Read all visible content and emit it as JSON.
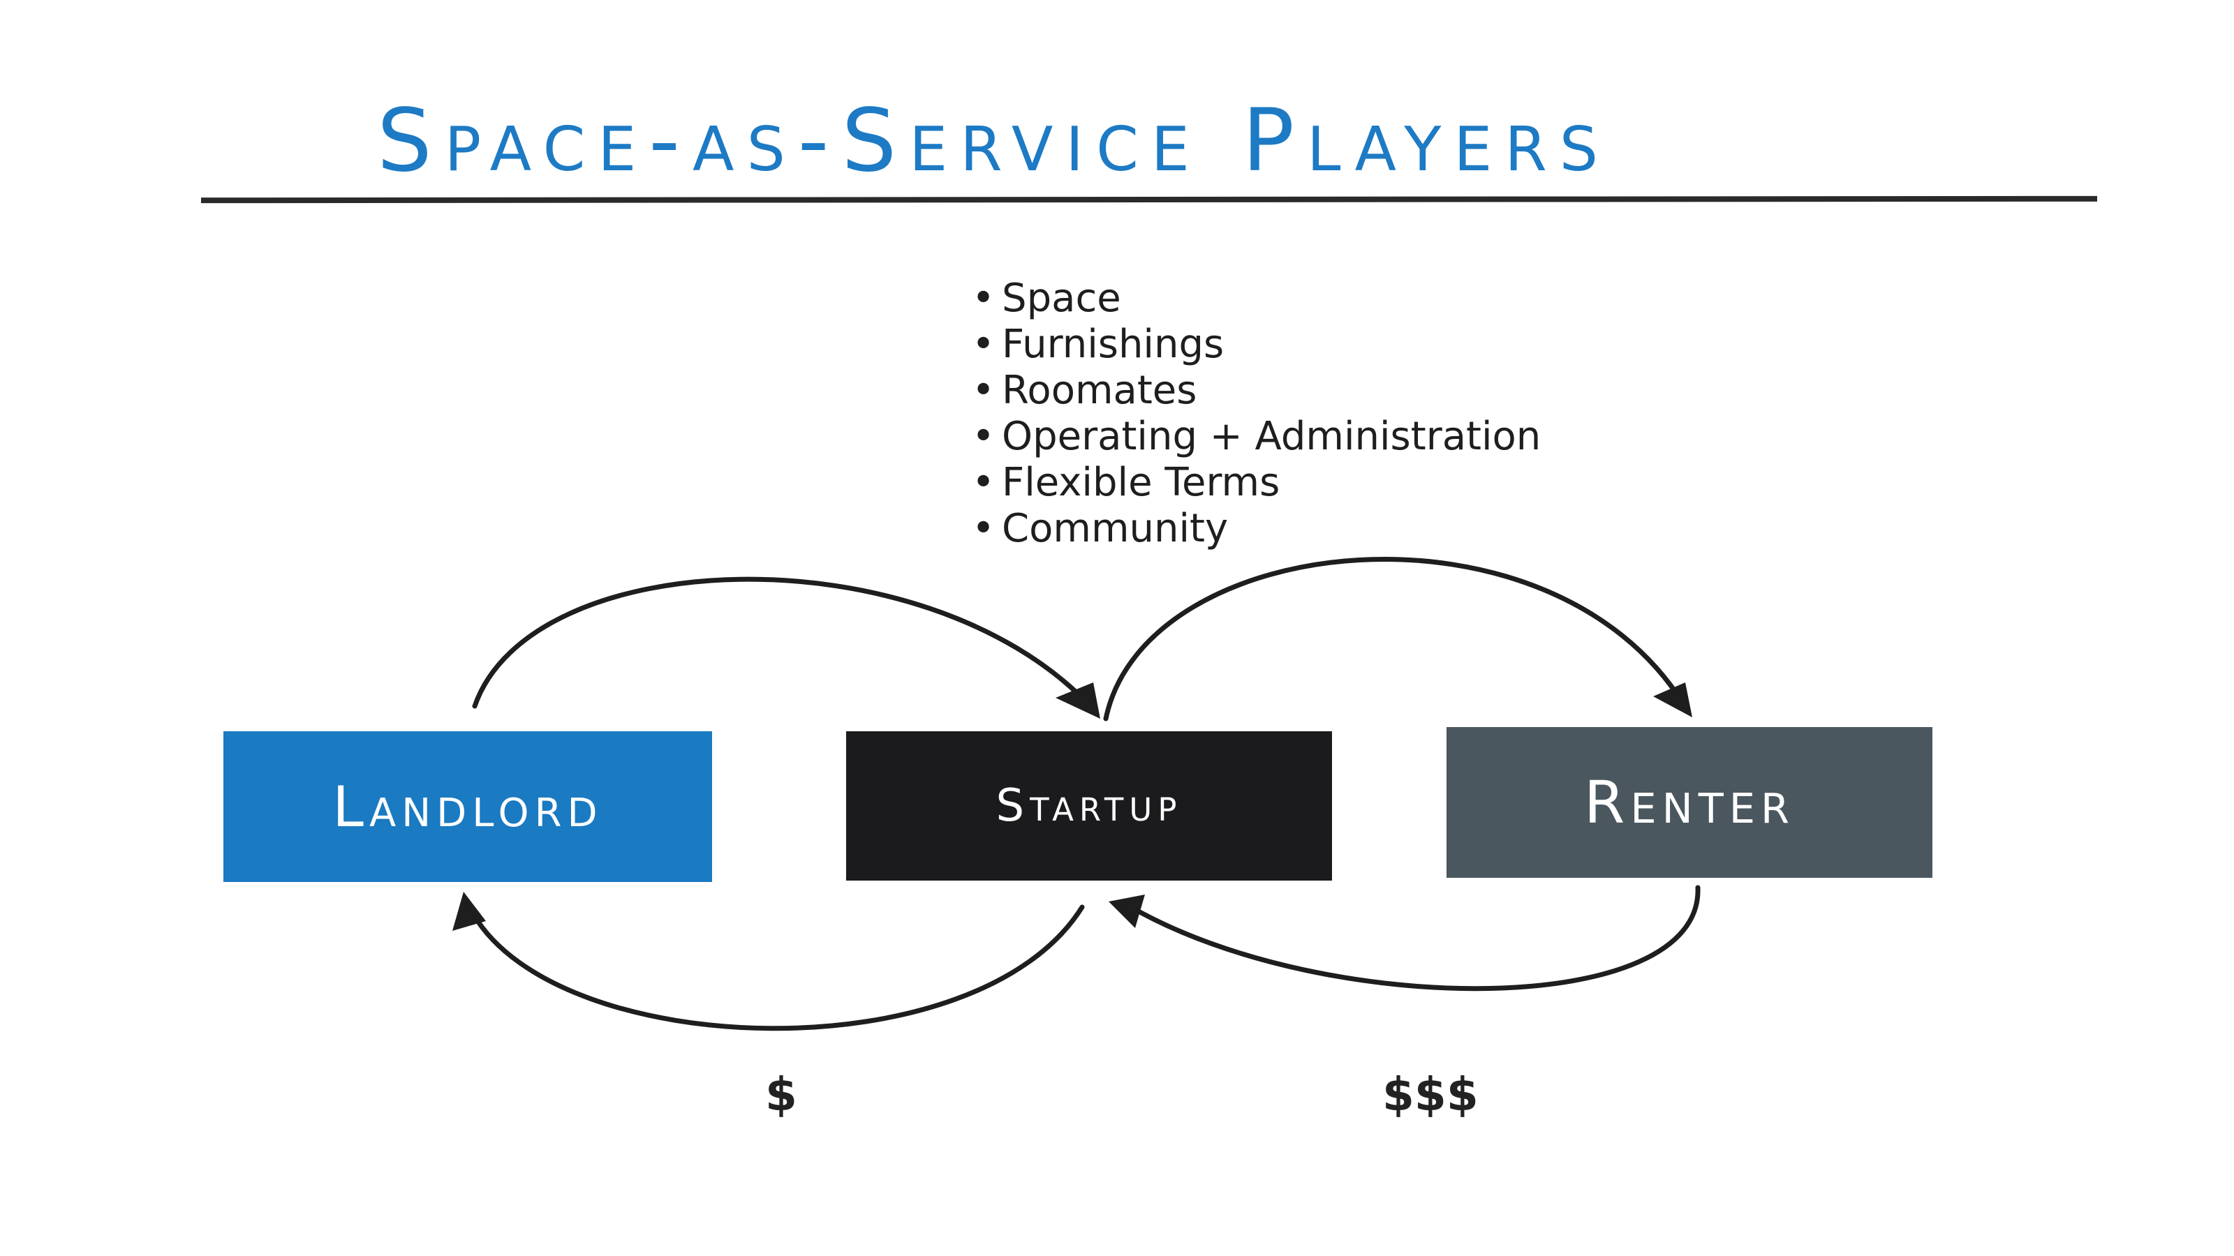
{
  "title": "Space-as-Service Players",
  "bullets": [
    "Space",
    "Furnishings",
    "Roomates",
    "Operating + Administration",
    "Flexible Terms",
    "Community"
  ],
  "boxes": {
    "landlord": {
      "label": "Landlord",
      "color": "#1a7ac2"
    },
    "startup": {
      "label": "Startup",
      "color": "#1b1b1d"
    },
    "renter": {
      "label": "Renter",
      "color": "#4a575e"
    }
  },
  "payments": {
    "to_landlord": "$",
    "to_startup": "$$$"
  }
}
